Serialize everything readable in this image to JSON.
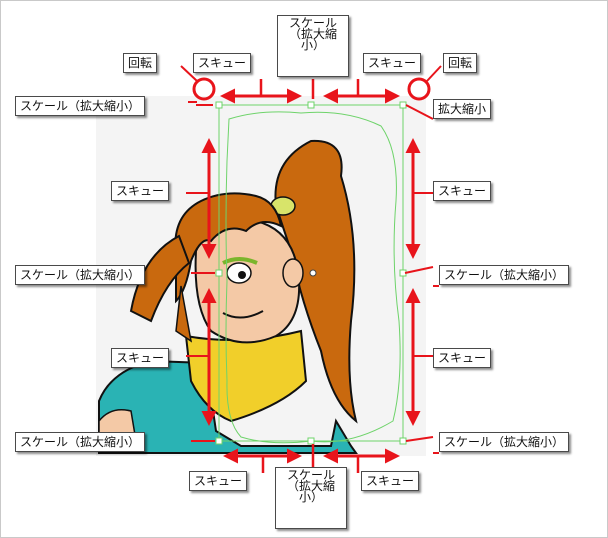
{
  "diagram": {
    "callouts": {
      "rotate_left": "回転",
      "skew_top_left": "スキュー",
      "scale_top_center": "スケール（拡大縮小）",
      "skew_top_right": "スキュー",
      "rotate_right": "回転",
      "scale_top_left_corner": "スケール（拡大縮小）",
      "scale_top_right_corner": "拡大縮小",
      "skew_left_upper": "スキュー",
      "skew_right_upper": "スキュー",
      "scale_left_middle": "スケール（拡大縮小）",
      "scale_right_middle": "スケール（拡大縮小）",
      "skew_left_lower": "スキュー",
      "skew_right_lower": "スキュー",
      "scale_bottom_left_corner": "スケール（拡大縮小）",
      "scale_bottom_right_corner": "スケール（拡大縮小）",
      "skew_bottom_left": "スキュー",
      "scale_bottom_center": "スケール（拡大縮小）",
      "skew_bottom_right": "スキュー"
    },
    "colors": {
      "arrow": "#e8141b",
      "bounding_box": "#6ed36a",
      "hair": "#c9690e",
      "skin": "#f4c9a6",
      "scarf": "#f1cf2a",
      "shirt": "#2ab3b4",
      "background_panel": "#f4f4f4"
    }
  }
}
